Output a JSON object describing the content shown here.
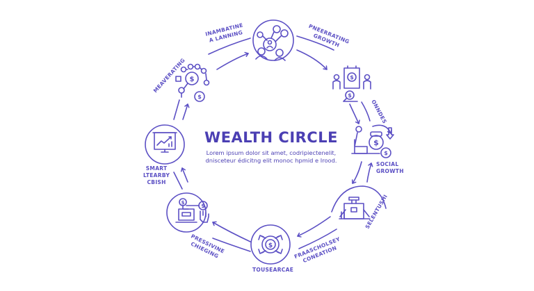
{
  "center": {
    "title": "WEALTH CIRCLE",
    "subtitle_line1": "Lorem ipsum dolor sit amet, codripiectenelit,",
    "subtitle_line2": "dnisceteur édicitng elit monoc hpmid e Irood."
  },
  "colors": {
    "primary": "#4b3fb3",
    "stroke": "#5b4fc4",
    "background": "#ffffff"
  },
  "nodes": [
    {
      "id": "top",
      "label_line1": "INAMBATINE",
      "label_line2": "A LANNING",
      "icon": "people-network-icon"
    },
    {
      "id": "top-right",
      "label_line1": "PNEERRATING",
      "label_line2": "GROWTH",
      "icon": "people-money-board-icon"
    },
    {
      "id": "right-upper",
      "label_line1": "ONNDES",
      "label_line2": "",
      "icon": "arrow-down-icon"
    },
    {
      "id": "right",
      "label_line1": "SOCIAL",
      "label_line2": "GROWTH",
      "icon": "money-bag-desk-icon"
    },
    {
      "id": "bottom-right",
      "label_line1": "SELENTUSHI",
      "label_line2": "",
      "icon": "bank-building-icon"
    },
    {
      "id": "bottom-right-arc",
      "label_line1": "FRAASCHOLSEY",
      "label_line2": "CONEATION",
      "icon": ""
    },
    {
      "id": "bottom",
      "label_line1": "TOUSEARCAE",
      "label_line2": "",
      "icon": "dollar-cycle-icon"
    },
    {
      "id": "bottom-left",
      "label_line1": "PRESSIVINE",
      "label_line2": "CHIEGING",
      "icon": "payment-hand-icon"
    },
    {
      "id": "left",
      "label_line1": "SMART",
      "label_line2": "LTEARBY",
      "label_line3": "CBISH",
      "icon": "presentation-chart-icon"
    },
    {
      "id": "top-left",
      "label_line1": "MEAVERATING",
      "label_line2": "",
      "icon": "coin-network-icon"
    }
  ]
}
